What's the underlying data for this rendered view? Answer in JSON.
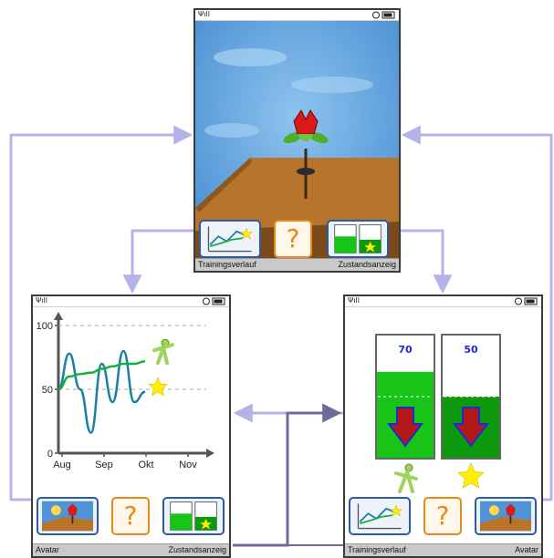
{
  "screens": {
    "top": {
      "bottom_left": "Trainingsverlauf",
      "bottom_right": "Zustandsanzeig"
    },
    "left": {
      "bottom_left": "Avatar",
      "bottom_right": "Zustandsanzeig"
    },
    "right": {
      "bottom_left": "Trainingsverlauf",
      "bottom_right": "Avatar"
    }
  },
  "help_symbol": "?",
  "colors": {
    "sky": "#4f95d6",
    "floor": "#b8742a",
    "gauge_green": "#19c419",
    "gauge_dark_green": "#0c9a0c",
    "arrow_red": "#b21818",
    "arrow_outline": "#1a2bd6",
    "star_yellow": "#ffee00",
    "connector": "#b3b3ea",
    "connector_dark": "#6c6c99"
  },
  "chart_data": {
    "type": "line",
    "x_ticks": [
      "Aug",
      "Sep",
      "Okt",
      "Nov"
    ],
    "y_ticks": [
      "0",
      "50",
      "100"
    ],
    "ylim": [
      0,
      100
    ],
    "reference_lines": [
      50,
      100
    ],
    "series": [
      {
        "color": "#1d7fa8",
        "values": [
          50,
          78,
          50,
          16,
          70,
          40,
          80,
          40,
          48
        ]
      },
      {
        "color": "#13b43c",
        "values": [
          50,
          60,
          62,
          63,
          66,
          68,
          70,
          70,
          72
        ]
      }
    ]
  },
  "gauges": [
    {
      "value": 70,
      "fill": "#19c419"
    },
    {
      "value": 50,
      "fill": "#0c9a0c"
    }
  ]
}
